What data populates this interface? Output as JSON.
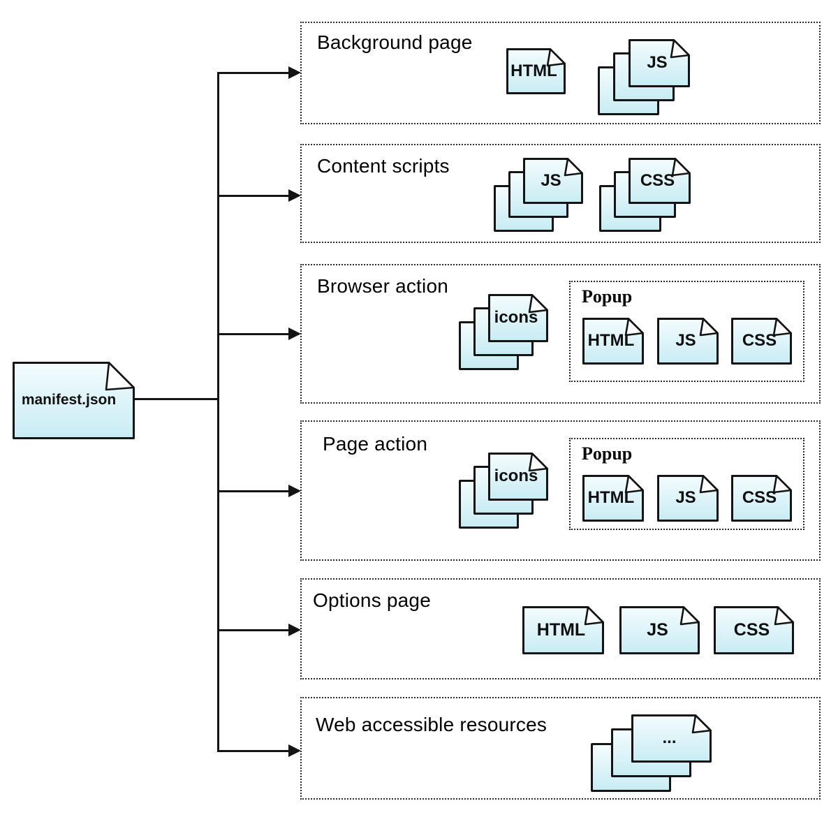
{
  "diagram": {
    "root": {
      "label": "manifest.json"
    },
    "sections": [
      {
        "id": "background-page",
        "label": "Background page",
        "files": [
          {
            "kind": "single",
            "label": "HTML"
          },
          {
            "kind": "stack",
            "label": "JS"
          }
        ]
      },
      {
        "id": "content-scripts",
        "label": "Content scripts",
        "files": [
          {
            "kind": "stack",
            "label": "JS"
          },
          {
            "kind": "stack",
            "label": "CSS"
          }
        ]
      },
      {
        "id": "browser-action",
        "label": "Browser action",
        "files": [
          {
            "kind": "stack",
            "label": "icons"
          }
        ],
        "popup": {
          "label": "Popup",
          "files": [
            {
              "kind": "single",
              "label": "HTML"
            },
            {
              "kind": "single",
              "label": "JS"
            },
            {
              "kind": "single",
              "label": "CSS"
            }
          ]
        }
      },
      {
        "id": "page-action",
        "label": "Page action",
        "files": [
          {
            "kind": "stack",
            "label": "icons"
          }
        ],
        "popup": {
          "label": "Popup",
          "files": [
            {
              "kind": "single",
              "label": "HTML"
            },
            {
              "kind": "single",
              "label": "JS"
            },
            {
              "kind": "single",
              "label": "CSS"
            }
          ]
        }
      },
      {
        "id": "options-page",
        "label": "Options page",
        "files": [
          {
            "kind": "single",
            "label": "HTML"
          },
          {
            "kind": "single",
            "label": "JS"
          },
          {
            "kind": "single",
            "label": "CSS"
          }
        ]
      },
      {
        "id": "web-accessible-resources",
        "label": "Web accessible resources",
        "files": [
          {
            "kind": "stack",
            "label": "..."
          }
        ]
      }
    ],
    "colors": {
      "doc_fill_top": "#f4fcfd",
      "doc_fill_bottom": "#c8ecf4",
      "line": "#141414"
    }
  }
}
